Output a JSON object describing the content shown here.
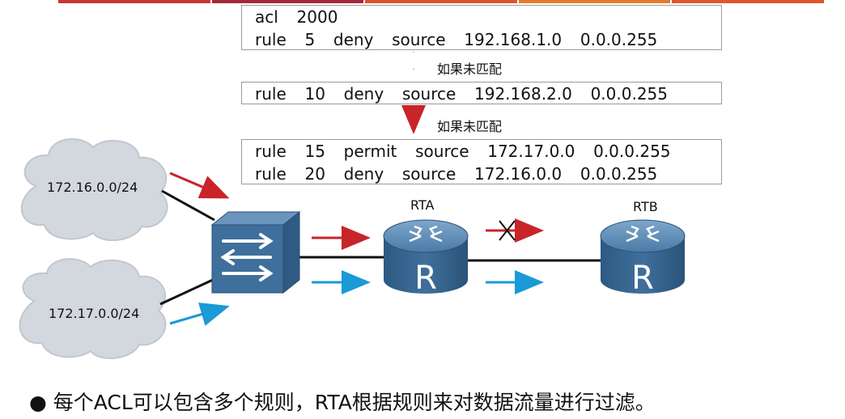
{
  "acl_box1": {
    "line1": "acl  2000",
    "line2": "rule  5  deny  source  192.168.1.0  0.0.0.255"
  },
  "acl_box2": {
    "line1": "rule  10  deny  source  192.168.2.0  0.0.0.255"
  },
  "acl_box3": {
    "line1": "rule  15  permit  source  172.17.0.0  0.0.0.255",
    "line2": "rule  20  deny  source  172.16.0.0  0.0.0.255"
  },
  "notes": {
    "no_match_1": "如果未匹配",
    "no_match_2": "如果未匹配"
  },
  "networks": {
    "cloud1": "172.16.0.0/24",
    "cloud2": "172.17.0.0/24"
  },
  "routers": {
    "rta": "RTA",
    "rtb": "RTB"
  },
  "bullet_text": "● 每个ACL可以包含多个规则，RTA根据规则来对数据流量进行过滤。",
  "colors": {
    "deny_arrow": "#c8242a",
    "permit_arrow": "#1a9ad6",
    "device_blue": "#3a6a95",
    "cloud_grey": "#d3d7de"
  }
}
